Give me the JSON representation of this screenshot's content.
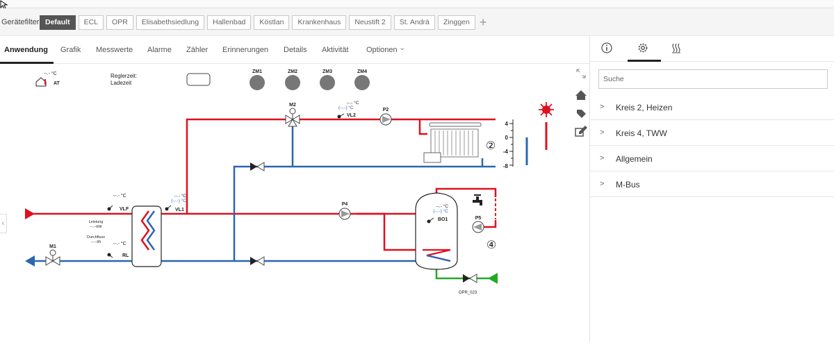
{
  "filterbar": {
    "label": "Gerätefilter",
    "chips": [
      "Default",
      "ECL",
      "OPR",
      "Elisabethsiedlung",
      "Hallenbad",
      "Köstlan",
      "Krankenhaus",
      "Neustift 2",
      "St. Andrä",
      "Zinggen"
    ],
    "active": "Default",
    "add_symbol": "+"
  },
  "tabs": {
    "items": [
      "Anwendung",
      "Grafik",
      "Messwerte",
      "Alarme",
      "Zähler",
      "Erinnerungen",
      "Details",
      "Aktivität",
      "Optionen"
    ],
    "active": "Anwendung",
    "options_caret": "⌄"
  },
  "diagram": {
    "outdoor": {
      "value": "--.- °C",
      "label": "AT"
    },
    "regler": {
      "line1": "Reglerzeit:",
      "line2": "Ladezeit"
    },
    "zones": [
      "ZM1",
      "ZM2",
      "ZM3",
      "ZM4"
    ],
    "valve_m2": "M2",
    "vl2": {
      "temp": "--.- °C",
      "temp_alt": "(--.-) °C",
      "label": "VL2"
    },
    "pump_p2": "P2",
    "scale": [
      "4",
      "0",
      "-4",
      "-8"
    ],
    "circuit2": "②",
    "vlf": {
      "temp": "--.- °C",
      "label": "VLF"
    },
    "vl1": {
      "temp": "--.- °C",
      "temp_alt": "(--.-) °C",
      "label": "VL1"
    },
    "leistung": {
      "label": "Leistung",
      "value": "--.--kW"
    },
    "durchfluss": {
      "label": "Durchfluss",
      "value": "--.--l/h"
    },
    "rl": {
      "temp": "--.- °C",
      "label": "RL"
    },
    "valve_m1": "M1",
    "pump_p4": "P4",
    "bo1": {
      "temp": "--.- °C",
      "temp_alt": "(--.-) °C",
      "label": "BO1"
    },
    "pump_p5": "P5",
    "circuit4": "④",
    "opr": "OPR_023"
  },
  "sidebar": {
    "icons": [
      "info-icon",
      "gear-icon",
      "heat-icon"
    ],
    "search_placeholder": "Suche",
    "items": [
      "Kreis 2, Heizen",
      "Kreis 4, TWW",
      "Allgemein",
      "M-Bus"
    ]
  },
  "colors": {
    "supply_red": "#e0101e",
    "return_blue": "#2a66b3",
    "cold_green": "#22aa22",
    "zone_grey": "#777777",
    "active_chip": "#555555"
  }
}
